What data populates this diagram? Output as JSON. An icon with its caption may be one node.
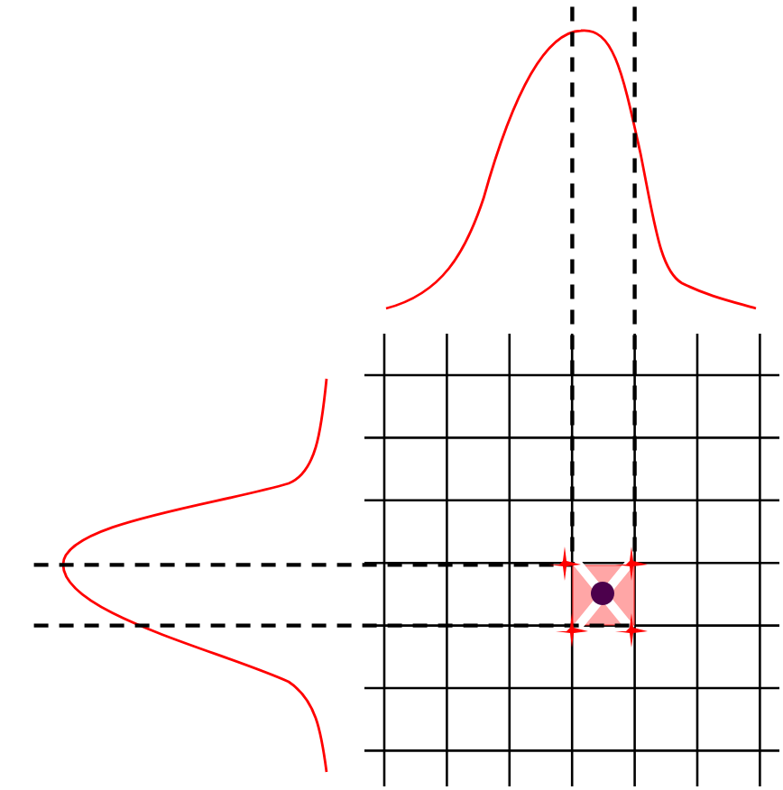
{
  "diagram": {
    "nodes": [
      {
        "text": [],
        "shape": "curve"
      },
      {
        "text": [],
        "shape": "curve"
      },
      {
        "text": [],
        "shape": "box"
      }
    ],
    "edges": [
      {
        "from": 0,
        "to": 2,
        "arrow": "none",
        "style": "dashed"
      },
      {
        "from": 0,
        "to": 2,
        "arrow": "none",
        "style": "dashed"
      },
      {
        "from": 1,
        "to": 2,
        "arrow": "none",
        "style": "dashed"
      },
      {
        "from": 1,
        "to": 2,
        "arrow": "none",
        "style": "dashed"
      }
    ]
  }
}
